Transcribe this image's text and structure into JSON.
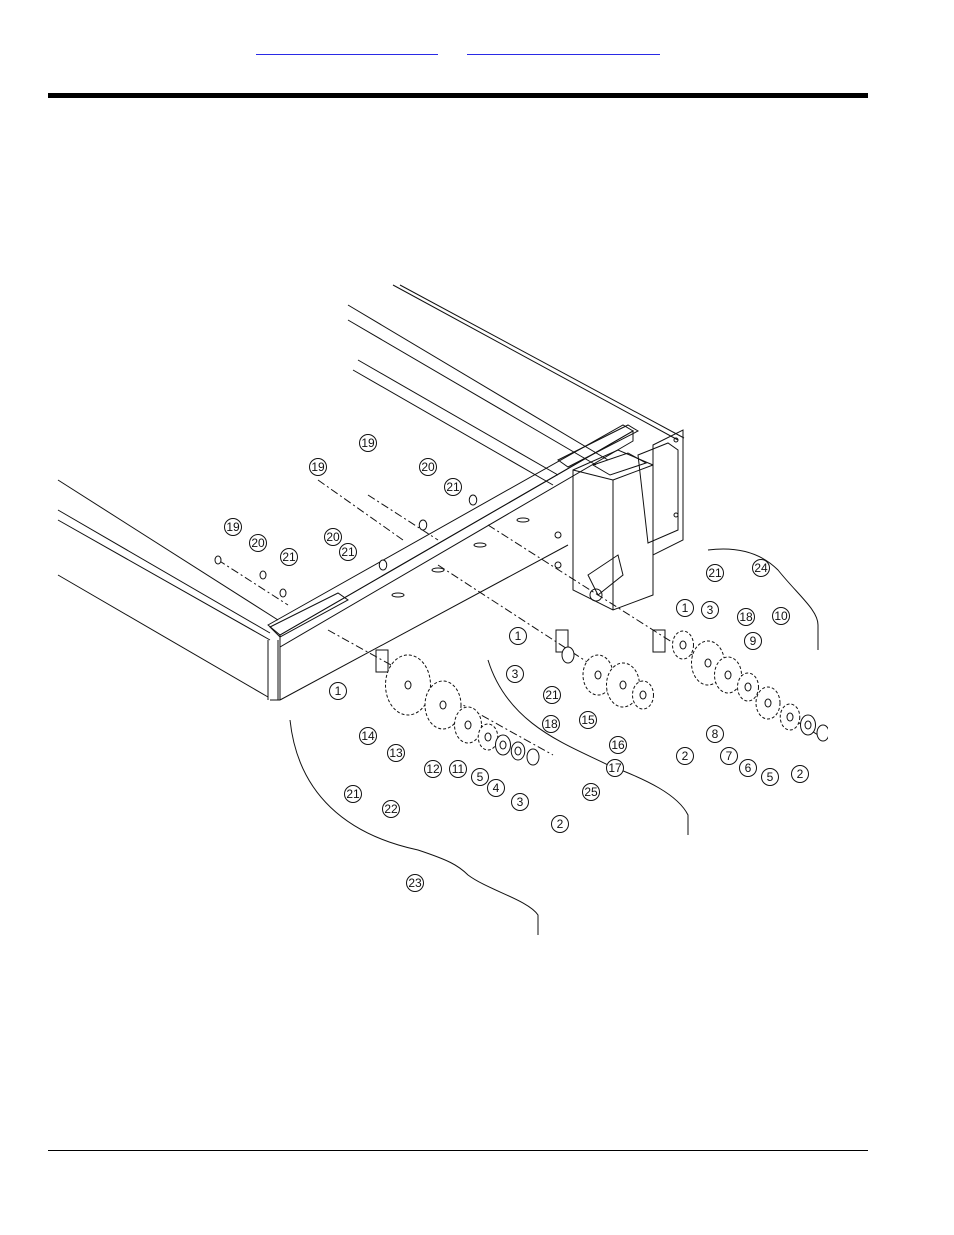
{
  "header": {
    "link_left": "",
    "link_right": ""
  },
  "figure": {
    "callouts": [
      {
        "id": "c1",
        "n": "19"
      },
      {
        "id": "c2",
        "n": "19"
      },
      {
        "id": "c3",
        "n": "19"
      },
      {
        "id": "c4",
        "n": "20"
      },
      {
        "id": "c5",
        "n": "21"
      },
      {
        "id": "c6",
        "n": "20"
      },
      {
        "id": "c7",
        "n": "21"
      },
      {
        "id": "c8",
        "n": "20"
      },
      {
        "id": "c9",
        "n": "21"
      },
      {
        "id": "c10",
        "n": "24"
      },
      {
        "id": "c11",
        "n": "21"
      },
      {
        "id": "c12",
        "n": "1"
      },
      {
        "id": "c13",
        "n": "3"
      },
      {
        "id": "c14",
        "n": "18"
      },
      {
        "id": "c15",
        "n": "10"
      },
      {
        "id": "c16",
        "n": "1"
      },
      {
        "id": "c17",
        "n": "9"
      },
      {
        "id": "c18",
        "n": "3"
      },
      {
        "id": "c19",
        "n": "21"
      },
      {
        "id": "c20",
        "n": "18"
      },
      {
        "id": "c21",
        "n": "15"
      },
      {
        "id": "c22",
        "n": "16"
      },
      {
        "id": "c23",
        "n": "17"
      },
      {
        "id": "c24",
        "n": "25"
      },
      {
        "id": "c25",
        "n": "2"
      },
      {
        "id": "c26",
        "n": "8"
      },
      {
        "id": "c27",
        "n": "7"
      },
      {
        "id": "c28",
        "n": "6"
      },
      {
        "id": "c29",
        "n": "5"
      },
      {
        "id": "c30",
        "n": "2"
      },
      {
        "id": "c31",
        "n": "1"
      },
      {
        "id": "c32",
        "n": "14"
      },
      {
        "id": "c33",
        "n": "13"
      },
      {
        "id": "c34",
        "n": "12"
      },
      {
        "id": "c35",
        "n": "11"
      },
      {
        "id": "c36",
        "n": "5"
      },
      {
        "id": "c37",
        "n": "4"
      },
      {
        "id": "c38",
        "n": "3"
      },
      {
        "id": "c39",
        "n": "2"
      },
      {
        "id": "c40",
        "n": "21"
      },
      {
        "id": "c41",
        "n": "22"
      },
      {
        "id": "c42",
        "n": "23"
      }
    ]
  }
}
